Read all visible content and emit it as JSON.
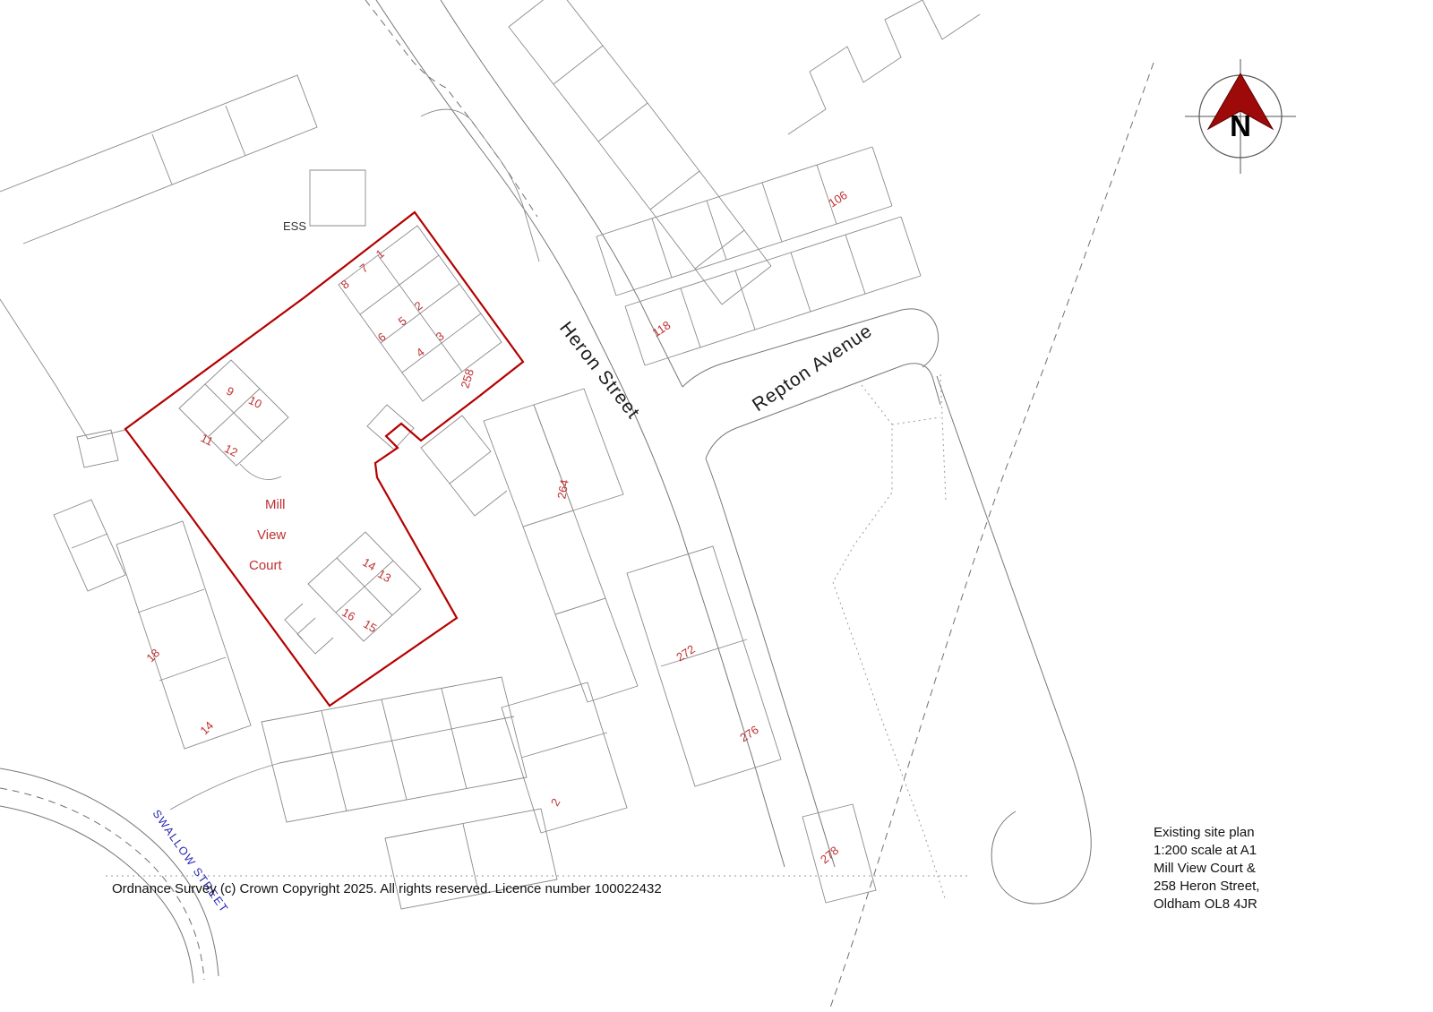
{
  "north_arrow": {
    "label": "N"
  },
  "streets": {
    "heron": "Heron Street",
    "repton": "Repton Avenue",
    "swallow": "SWALLOW STREET"
  },
  "site": {
    "ess": "ESS",
    "name": [
      "Mill",
      "View",
      "Court"
    ]
  },
  "plot_numbers": {
    "p1": "1",
    "p7": "7",
    "p8": "8",
    "p2": "2",
    "p5": "5",
    "p6": "6",
    "p3": "3",
    "p4": "4",
    "p258": "258",
    "p9": "9",
    "p10": "10",
    "p11": "11",
    "p12": "12",
    "p13": "13",
    "p14": "14",
    "p15": "15",
    "p16": "16",
    "p18": "18",
    "p14b": "14"
  },
  "house_numbers": {
    "h106": "106",
    "h118": "118",
    "h264": "264",
    "h272": "272",
    "h276": "276",
    "h2": "2",
    "h278": "278"
  },
  "footer": {
    "copyright": "Ordnance Survey (c) Crown Copyright 2025. All rights reserved. Licence number 100022432"
  },
  "title_block": {
    "lines": [
      "Existing site plan",
      "1:200 scale at A1",
      "Mill View Court &",
      "258 Heron Street,",
      "Oldham OL8 4JR"
    ]
  },
  "colors": {
    "site_boundary": "#b40000",
    "plot_label": "#c03030",
    "street_label_blue": "#2626b4",
    "line": "#8a8a8a"
  }
}
